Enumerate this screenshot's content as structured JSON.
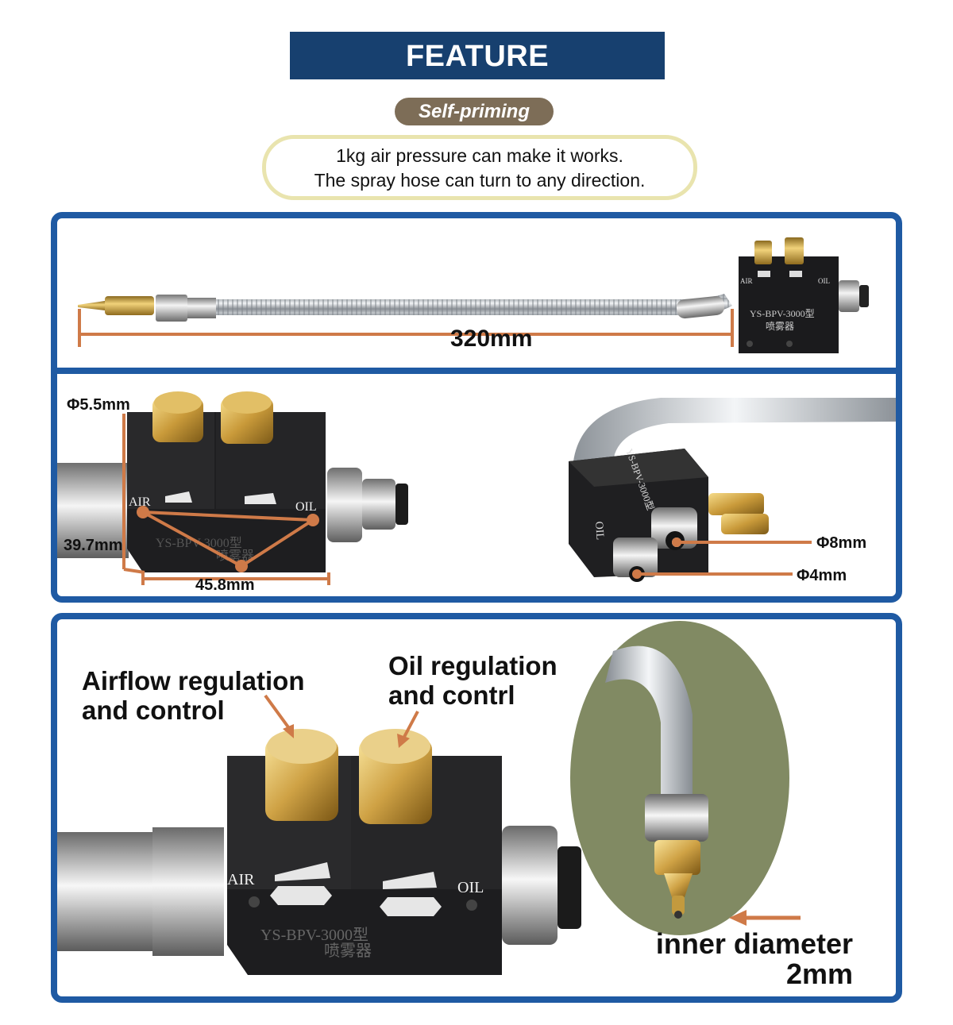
{
  "header": {
    "title": "FEATURE",
    "subtitle": "Self-priming",
    "description_line1": "1kg air pressure can make it works.",
    "description_line2": "The spray hose can turn to any direction."
  },
  "panel_top": {
    "length_label": "320mm",
    "block_model": "YS-BPV-3000型",
    "block_name": "喷雾器",
    "port_air": "AIR",
    "port_oil": "OIL"
  },
  "panel_middle": {
    "dim_height_top": "Φ5.5mm",
    "dim_height": "39.7mm",
    "dim_width": "45.8mm",
    "dim_port_large": "Φ8mm",
    "dim_port_small": "Φ4mm",
    "port_air": "AIR",
    "port_oil": "OIL",
    "block_model": "YS-BPV-3000型",
    "block_name": "喷雾器",
    "side_model": "YS-BPV-3000型",
    "side_oil": "OIL"
  },
  "panel_bottom": {
    "airflow_label_line1": "Airflow regulation",
    "airflow_label_line2": "and control",
    "oil_label_line1": "Oil regulation",
    "oil_label_line2": "and contrl",
    "inner_label_line1": "inner diameter",
    "inner_label_line2": "2mm",
    "port_air": "AIR",
    "port_oil": "OIL",
    "block_model": "YS-BPV-3000型",
    "block_name": "喷雾器"
  },
  "colors": {
    "banner": "#17406f",
    "pill": "#7d6d57",
    "desc_border": "#e9e4ae",
    "panel_border": "#1f5aa3",
    "annotation": "#cf7a48",
    "oval_bg": "#818a63"
  }
}
